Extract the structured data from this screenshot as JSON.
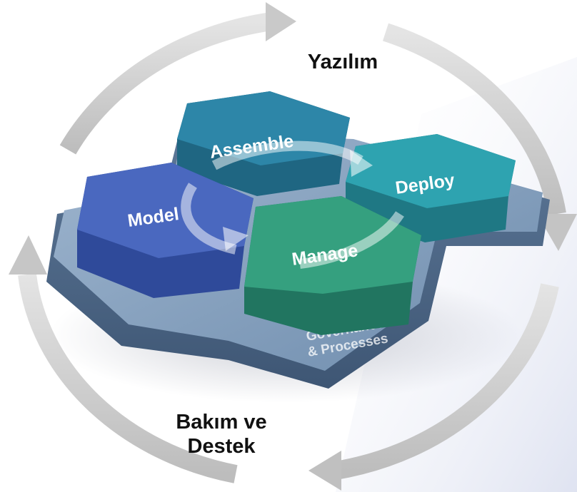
{
  "captions": {
    "top": "Yazılım",
    "bottom_line1": "Bakım ve",
    "bottom_line2": "Destek"
  },
  "hexagons": [
    {
      "id": "assemble",
      "label": "Assemble",
      "color": "#2d86a8"
    },
    {
      "id": "deploy",
      "label": "Deploy",
      "color": "#2ea3b0"
    },
    {
      "id": "model",
      "label": "Model",
      "color": "#4a68bf"
    },
    {
      "id": "manage",
      "label": "Manage",
      "color": "#35a07f"
    }
  ],
  "base": {
    "line1": "Governance",
    "line2": "& Processes",
    "color": "#6f8db0"
  },
  "cycle_arrow_color": "#c9c9c9"
}
